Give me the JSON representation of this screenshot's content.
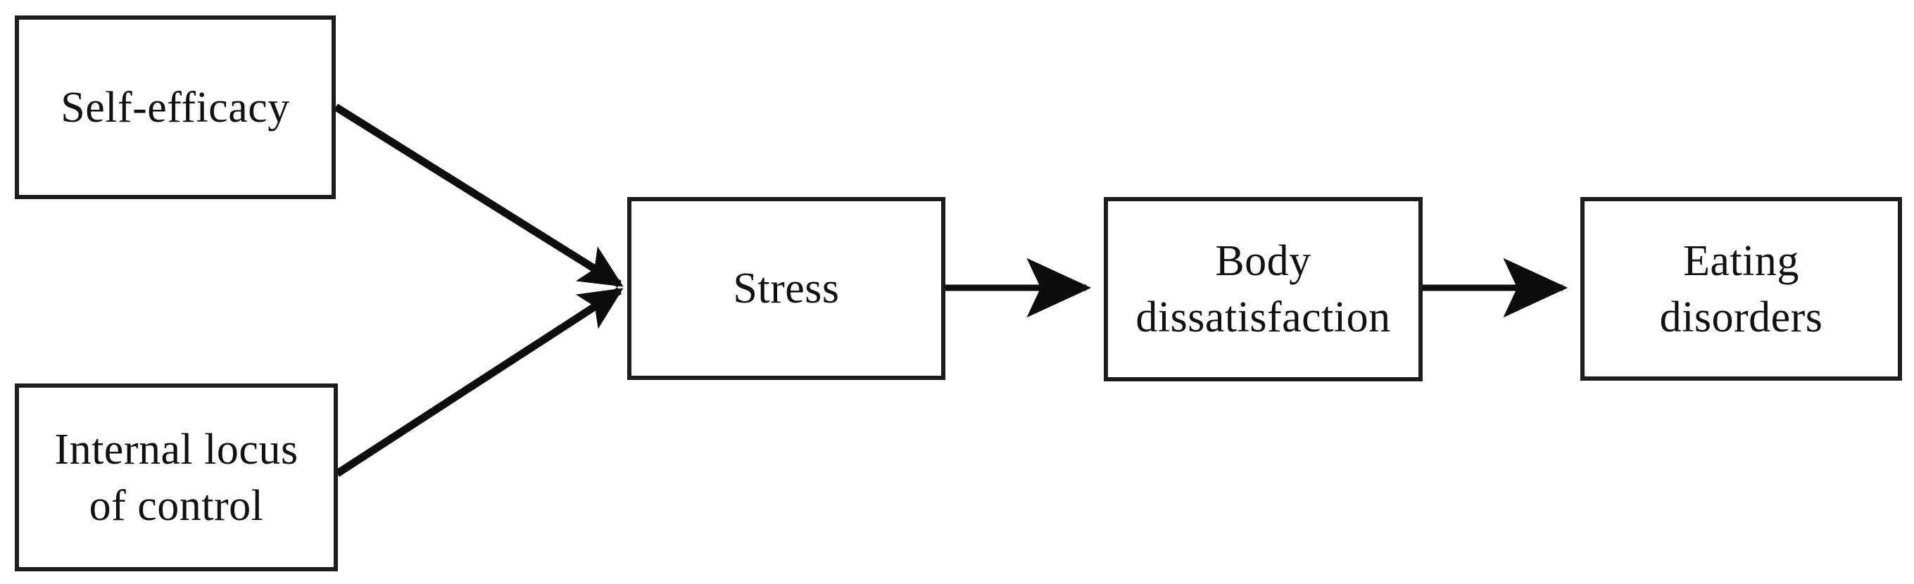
{
  "diagram": {
    "type": "flow-diagram",
    "title": "",
    "background_color": "#ffffff",
    "stroke_color": "#1c1c1c",
    "text_color": "#111111",
    "nodes": [
      {
        "id": "self-efficacy",
        "label": "Self-efficacy",
        "shape": "rectangle"
      },
      {
        "id": "internal-locus",
        "label": "Internal locus\nof control",
        "shape": "rectangle"
      },
      {
        "id": "stress",
        "label": "Stress",
        "shape": "rectangle"
      },
      {
        "id": "body-dissat",
        "label": "Body\ndissatisfaction",
        "shape": "rectangle"
      },
      {
        "id": "eating-dis",
        "label": "Eating\ndisorders",
        "shape": "rectangle"
      }
    ],
    "edges": [
      {
        "id": "edge-self-efficacy-stress",
        "from": "self-efficacy",
        "to": "stress",
        "style": "solid-arrow",
        "direction": "diagonal-down-right"
      },
      {
        "id": "edge-internal-locus-stress",
        "from": "internal-locus",
        "to": "stress",
        "style": "solid-arrow",
        "direction": "diagonal-up-right"
      },
      {
        "id": "edge-stress-body-dissat",
        "from": "stress",
        "to": "body-dissat",
        "style": "solid-arrow",
        "direction": "horizontal-right"
      },
      {
        "id": "edge-body-dissat-eating-dis",
        "from": "body-dissat",
        "to": "eating-dis",
        "style": "solid-arrow",
        "direction": "horizontal-right"
      }
    ]
  }
}
